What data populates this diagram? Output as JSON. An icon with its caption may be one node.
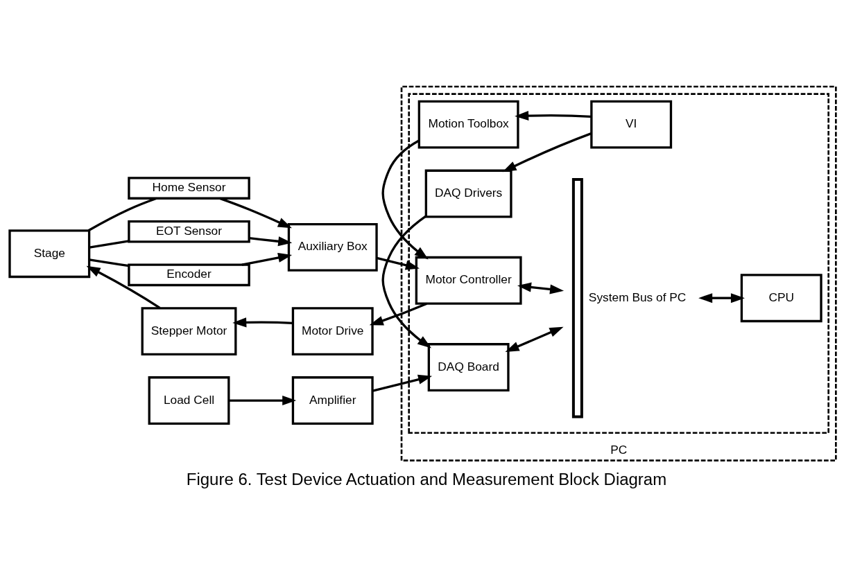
{
  "diagram": {
    "caption": "Figure 6. Test Device Actuation and Measurement Block Diagram",
    "nodes": [
      {
        "text": [
          "Home Sensor"
        ]
      },
      {
        "text": [
          "EOT Sensor"
        ]
      },
      {
        "text": [
          "Encoder"
        ]
      },
      {
        "text": [
          "Auxiliary Box"
        ]
      },
      {
        "text": [
          "Stage"
        ]
      },
      {
        "text": [
          "Stepper Motor"
        ]
      },
      {
        "text": [
          "Motor Drive"
        ]
      },
      {
        "text": [
          "PC"
        ]
      },
      {
        "text": [],
        "shape": "box",
        "in": 7
      },
      {
        "text": [
          "Motor Controller"
        ],
        "in": 8
      },
      {
        "text": [
          "Motion Toolbox"
        ],
        "in": 8
      },
      {
        "text": [
          "VI"
        ],
        "in": 8
      },
      {
        "text": [
          "DAQ Drivers"
        ],
        "in": 8
      },
      {
        "text": [
          "DAQ Board"
        ],
        "in": 8
      },
      {
        "text": [],
        "shape": "bar",
        "beside": [
          "System Bus of PC"
        ],
        "in": 8
      },
      {
        "text": [
          "CPU"
        ],
        "in": 8
      },
      {
        "text": [
          "Load Cell"
        ]
      },
      {
        "text": [
          "Amplifier"
        ]
      }
    ],
    "edges": [
      {
        "from": 4,
        "to": 0,
        "arrow": "none"
      },
      {
        "from": 4,
        "to": 1,
        "arrow": "none"
      },
      {
        "from": 4,
        "to": 2,
        "arrow": "none"
      },
      {
        "from": 0,
        "to": 3,
        "arrow": "to"
      },
      {
        "from": 1,
        "to": 3,
        "arrow": "to"
      },
      {
        "from": 2,
        "to": 3,
        "arrow": "to"
      },
      {
        "from": 3,
        "to": 9,
        "arrow": "to"
      },
      {
        "from": 9,
        "to": 6,
        "arrow": "to"
      },
      {
        "from": 6,
        "to": 5,
        "arrow": "to"
      },
      {
        "from": 5,
        "to": 4,
        "arrow": "to"
      },
      {
        "from": 9,
        "to": 14,
        "arrow": "both"
      },
      {
        "from": 10,
        "to": 9,
        "arrow": "to"
      },
      {
        "from": 11,
        "to": 10,
        "arrow": "to"
      },
      {
        "from": 11,
        "to": 12,
        "arrow": "to"
      },
      {
        "from": 12,
        "to": 13,
        "arrow": "to"
      },
      {
        "from": 13,
        "to": 14,
        "arrow": "both"
      },
      {
        "from": 14,
        "to": 15,
        "arrow": "both"
      },
      {
        "from": 16,
        "to": 17,
        "arrow": "to"
      },
      {
        "from": 17,
        "to": 13,
        "arrow": "to"
      }
    ]
  }
}
